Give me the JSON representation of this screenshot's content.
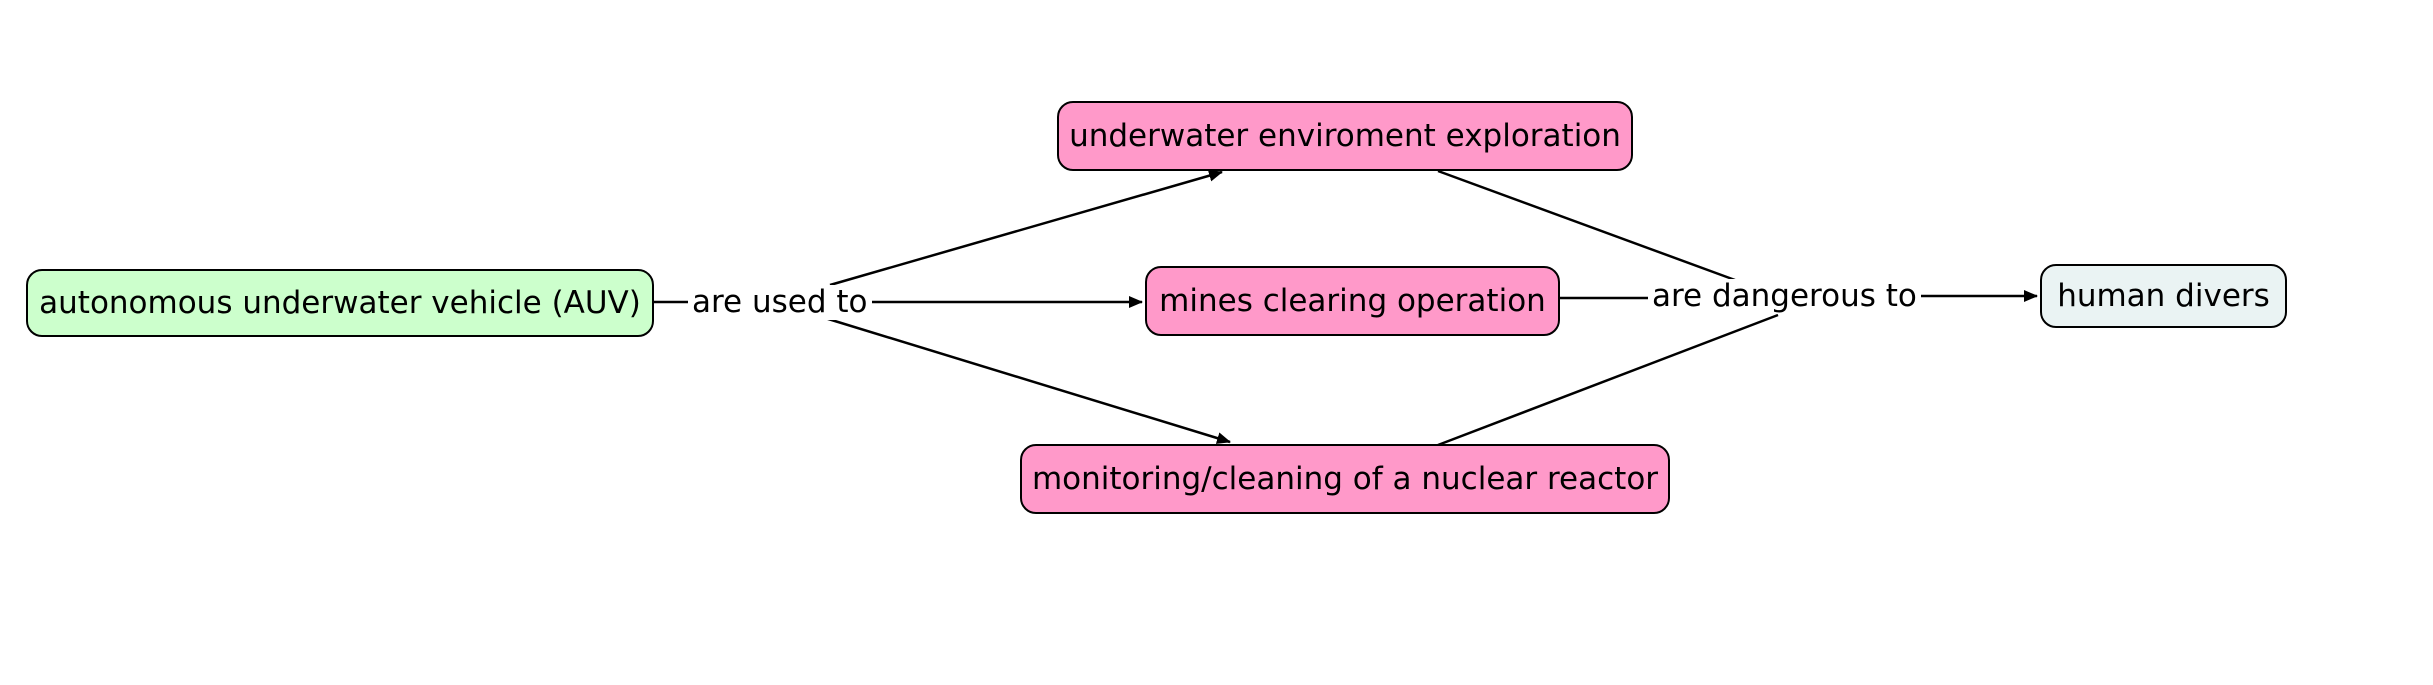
{
  "colors": {
    "source": "#ccffcc",
    "activity": "#ff99c9",
    "target": "#eaf3f3",
    "line": "#000000"
  },
  "nodes": {
    "auv": "autonomous underwater vehicle (AUV)",
    "exploration": "underwater enviroment exploration",
    "mines": "mines clearing operation",
    "reactor": "monitoring/cleaning of a nuclear reactor",
    "divers": "human divers"
  },
  "links": {
    "used_to": "are used to",
    "dangerous_to": "are dangerous to"
  }
}
